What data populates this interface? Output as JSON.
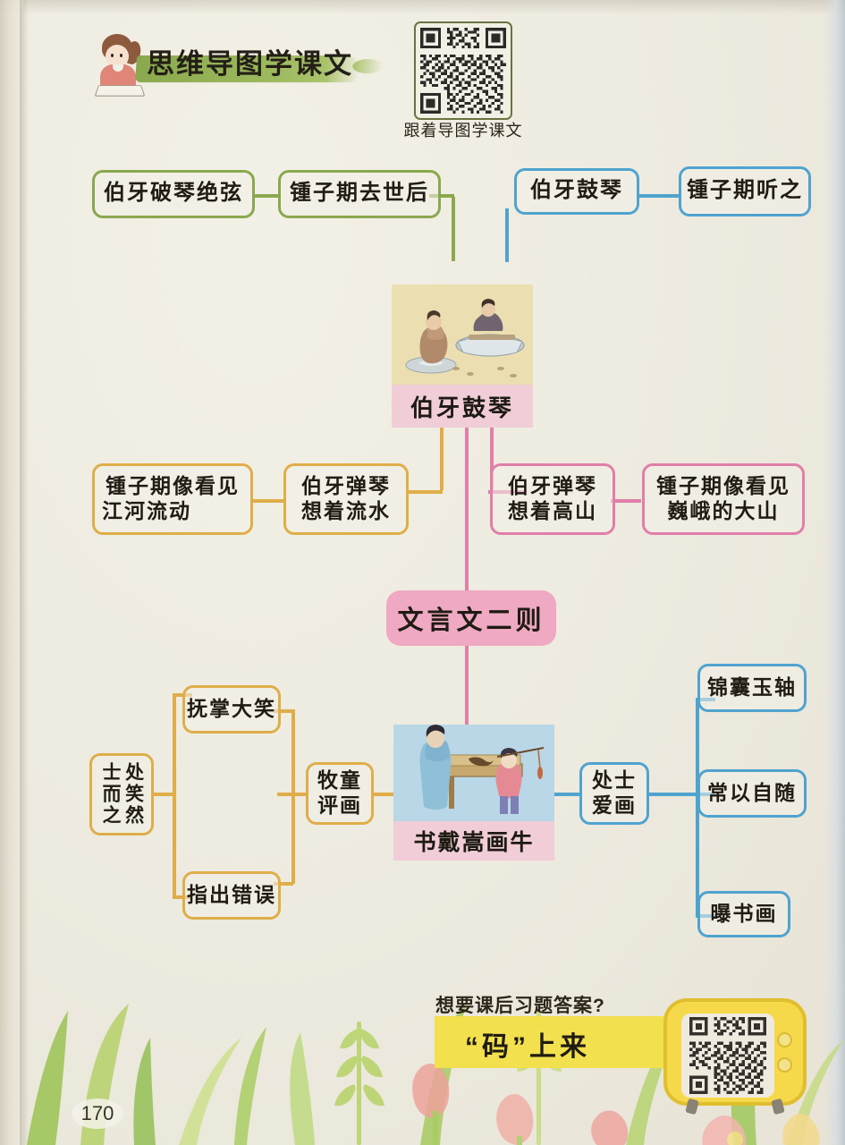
{
  "page": {
    "number": "170",
    "bg_color": "#efece1"
  },
  "header": {
    "title": "思维导图学课文",
    "brush_color": "#8aa84e",
    "qr_caption": "跟着导图学课文",
    "girl_icon": "girl-reading-icon",
    "qr_icon": "qr-code-icon"
  },
  "mindmap": {
    "central": {
      "label": "文言文二则",
      "color": "#efa9c2"
    },
    "colors": {
      "green": "#8aa84e",
      "blue": "#4fa3cf",
      "gold": "#dfae49",
      "pink": "#e07fa9"
    },
    "topic1": {
      "image_caption": "伯牙鼓琴",
      "image_alt": "two-scholars-playing-qin-illustration",
      "green_branch": [
        {
          "label": "伯牙破琴绝弦"
        },
        {
          "label": "锺子期去世后"
        }
      ],
      "blue_branch": [
        {
          "label": "伯牙鼓琴"
        },
        {
          "label": "锺子期听之"
        }
      ],
      "gold_branch": [
        {
          "label_line1": "锺子期像看见",
          "label_line2": "江河流动"
        },
        {
          "label_line1": "伯牙弹琴",
          "label_line2": "想着流水"
        }
      ],
      "pink_branch": [
        {
          "label_line1": "伯牙弹琴",
          "label_line2": "想着高山"
        },
        {
          "label_line1": "锺子期像看见",
          "label_line2": "巍峨的大山"
        }
      ]
    },
    "topic2": {
      "image_caption": "书戴嵩画牛",
      "image_alt": "scholar-and-boy-looking-at-ox-painting-illustration",
      "gold_branch": {
        "root": {
          "col_right": "士而之",
          "col_left": "处笑然",
          "plain": "处士笑而然之"
        },
        "mid": {
          "line1": "牧童",
          "line2": "评画",
          "plain": "牧童评画"
        },
        "leaves": [
          {
            "label": "抚掌大笑"
          },
          {
            "label": "指出错误"
          }
        ]
      },
      "blue_branch": {
        "root": {
          "line1": "处士",
          "line2": "爱画",
          "plain": "处士爱画"
        },
        "leaves": [
          {
            "label": "锦囊玉轴"
          },
          {
            "label": "常以自随"
          },
          {
            "label": "曝书画"
          }
        ]
      }
    }
  },
  "promo": {
    "question": "想要课后习题答案?",
    "band_text": "“码”上来",
    "band_color": "#f2e04e",
    "tv_icon": "tv-qr-frame-icon",
    "qr_icon": "qr-code-icon"
  }
}
